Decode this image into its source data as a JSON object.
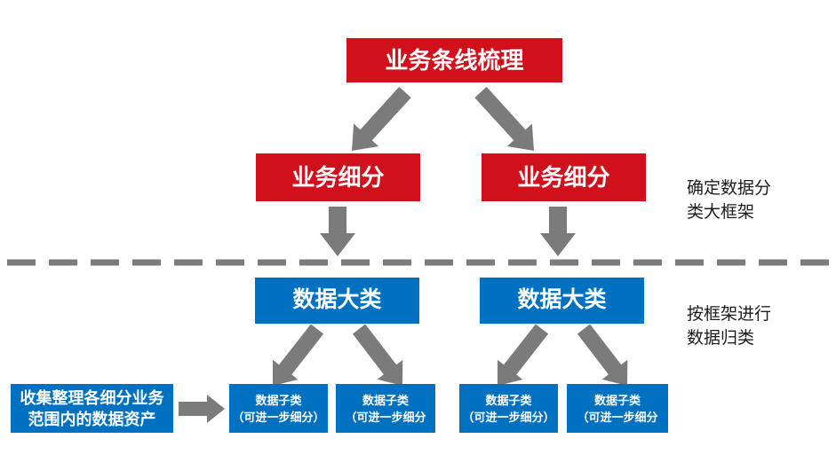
{
  "colors": {
    "red": "#d0111b",
    "blue": "#0070c0",
    "arrow_gray": "#7b7b7b",
    "note_text": "#1c1c1c"
  },
  "nodes": {
    "root": {
      "label": "业务条线梳理"
    },
    "seg_left": {
      "label": "业务细分"
    },
    "seg_right": {
      "label": "业务细分"
    },
    "cat_left": {
      "label": "数据大类"
    },
    "cat_right": {
      "label": "数据大类"
    },
    "collect": {
      "line1": "收集整理各细分业务",
      "line2": "范围内的数据资产"
    },
    "sub1": {
      "line1": "数据子类",
      "line2": "（可进一步细分）"
    },
    "sub2": {
      "line1": "数据子类",
      "line2": "（可进一步细分"
    },
    "sub3": {
      "line1": "数据子类",
      "line2": "（可进一步细分）"
    },
    "sub4": {
      "line1": "数据子类",
      "line2": "（可进一步细分"
    }
  },
  "annotations": {
    "phase1": {
      "line1": "确定数据分",
      "line2": "类大框架"
    },
    "phase2": {
      "line1": "按框架进行",
      "line2": "数据归类"
    }
  }
}
